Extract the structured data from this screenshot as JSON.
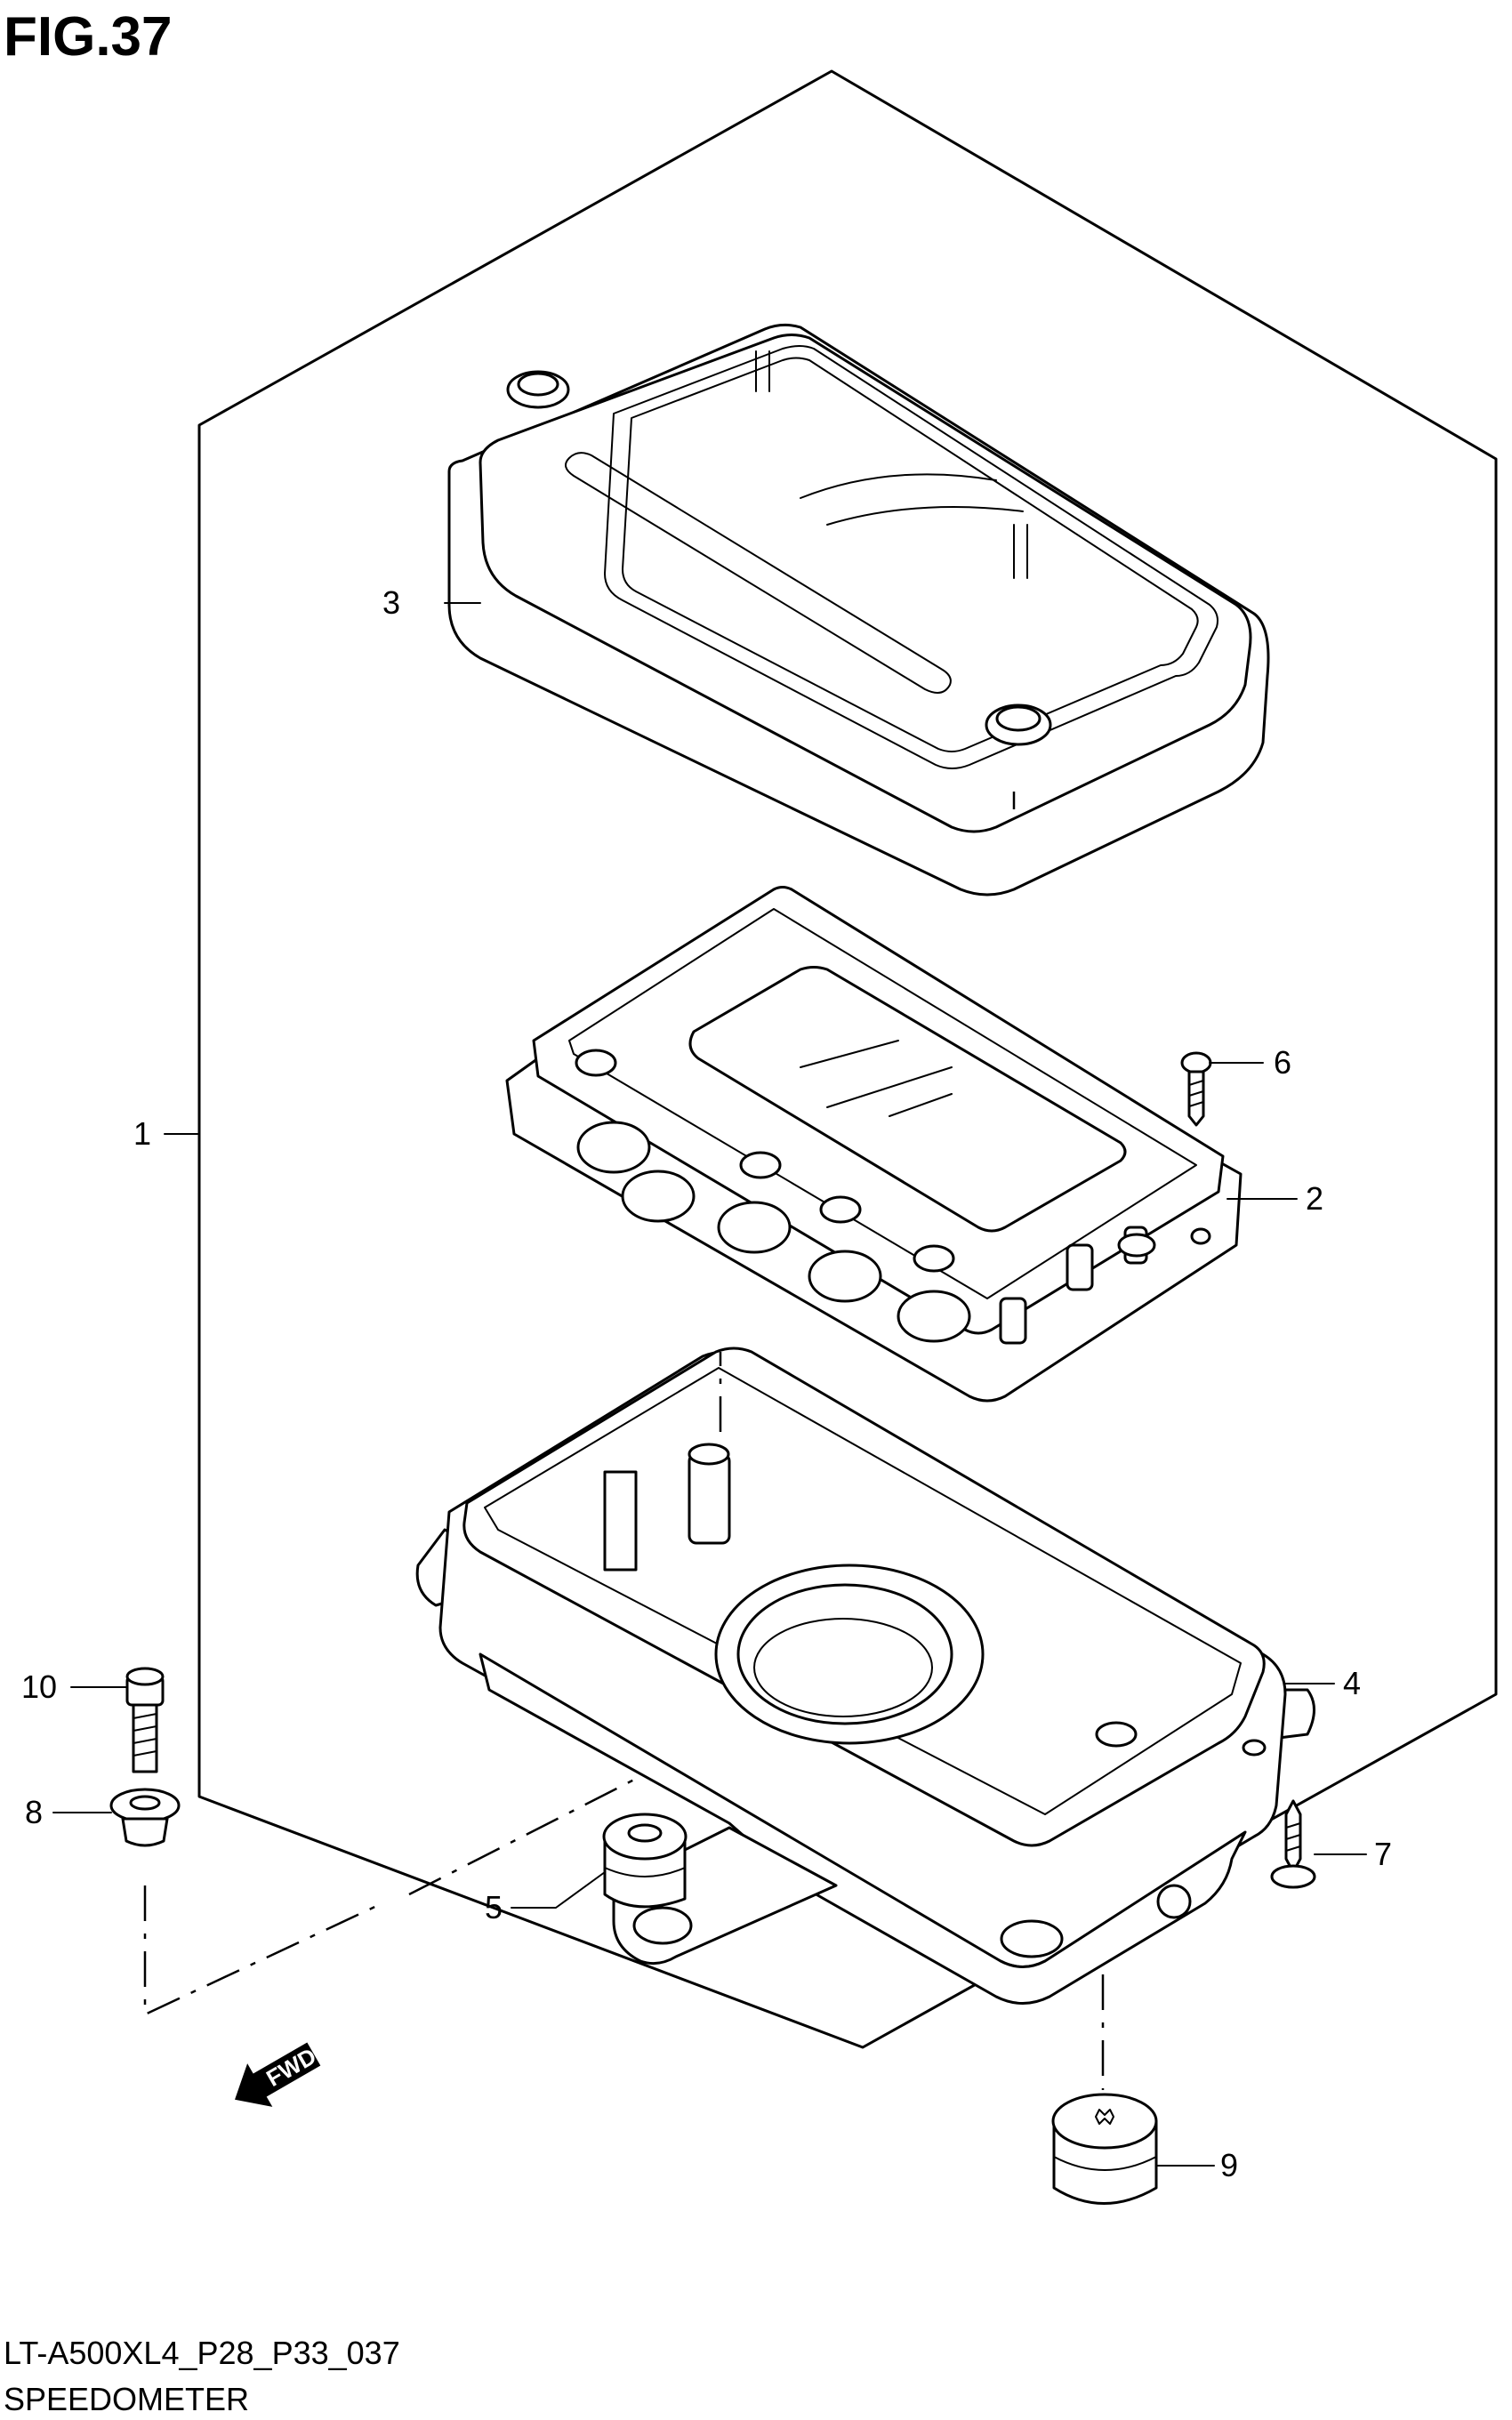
{
  "figure": {
    "title": "FIG.37",
    "code": "LT-A500XL4_P28_P33_037",
    "name": "SPEEDOMETER"
  },
  "direction_marker": "FWD",
  "callouts": [
    "1",
    "2",
    "3",
    "4",
    "5",
    "6",
    "7",
    "8",
    "9",
    "10"
  ]
}
